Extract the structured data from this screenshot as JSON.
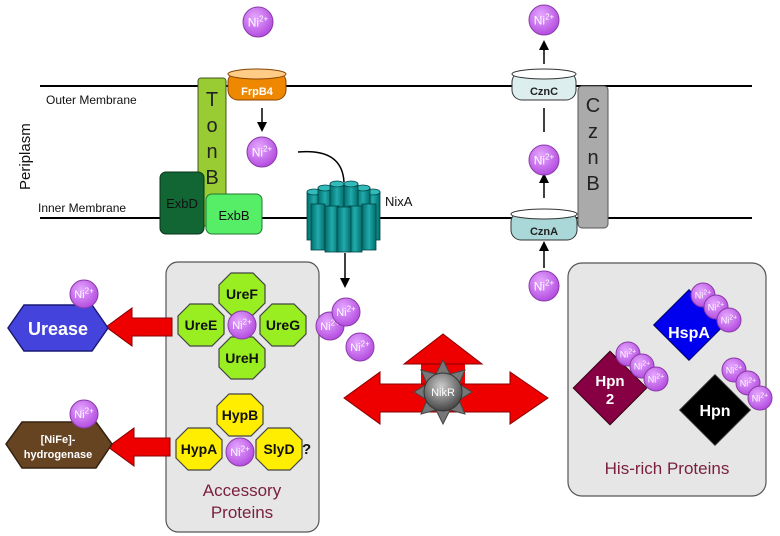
{
  "labels": {
    "outer_membrane": "Outer Membrane",
    "inner_membrane": "Inner Membrane",
    "periplasm": "Periplasm",
    "tonb": [
      "T",
      "o",
      "n",
      "B"
    ],
    "exbd": "ExbD",
    "exbb": "ExbB",
    "frpb4": "FrpB4",
    "nixa": "NixA",
    "cznc": "CznC",
    "czna": "CznA",
    "cznb": [
      "C",
      "z",
      "n",
      "B"
    ],
    "nikr": "NikR",
    "urease": "Urease",
    "nife_hydrogenase_line1": "[NiFe]-",
    "nife_hydrogenase_line2": "hydrogenase",
    "uref": "UreF",
    "uree": "UreE",
    "ureg": "UreG",
    "ureh": "UreH",
    "hypb": "HypB",
    "hypa": "HypA",
    "slyd": "SlyD",
    "question": "?",
    "accessory_line1": "Accessory",
    "accessory_line2": "Proteins",
    "hspa": "HspA",
    "hpn2_line1": "Hpn",
    "hpn2_line2": "2",
    "hpn": "Hpn",
    "his_rich": "His-rich Proteins"
  },
  "ion": {
    "base": "Ni",
    "charge": "2+"
  },
  "colors": {
    "nickel": "#cc66ee",
    "tonb": "#99cc33",
    "exbd": "#116633",
    "exbb": "#55ee66",
    "frpb4": "#ee8800",
    "nixa": "#008b8b",
    "czn": "#ddeeee",
    "cznb": "#aaaaaa",
    "ure": "#99ee22",
    "hyp": "#ffee00",
    "urease": "#4444dd",
    "hydrogenase": "#664422",
    "hspa": "#0000ee",
    "hpn2": "#880044",
    "hpn": "#000000",
    "arrow_red": "#ee0000",
    "panel": "#e6e6e6"
  }
}
